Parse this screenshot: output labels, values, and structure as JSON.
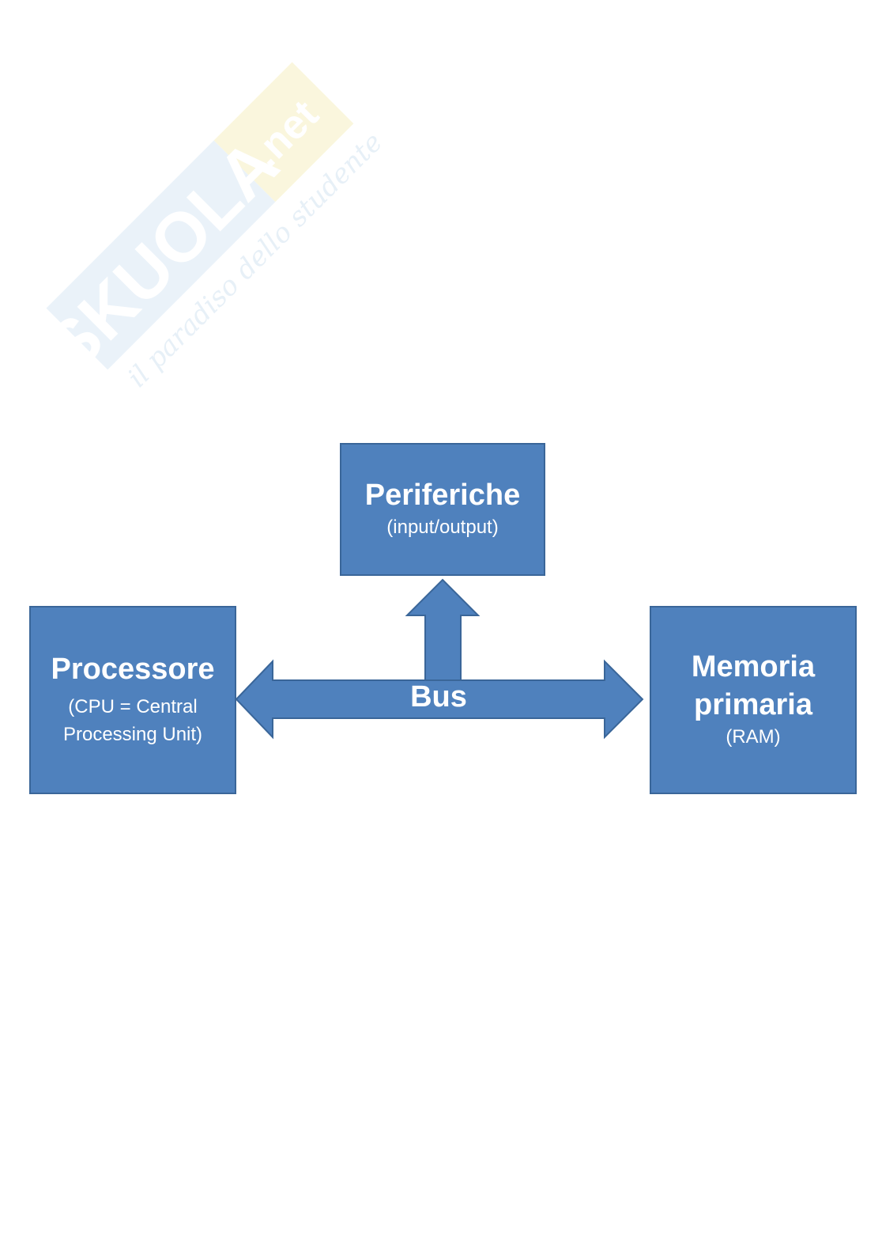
{
  "watermark": {
    "brand": "SKUOLA",
    "domain": ".net",
    "tagline": "il paradiso dello studente"
  },
  "diagram": {
    "fill_color": "#4f81bd",
    "border_color": "#3a6699",
    "text_color": "#ffffff",
    "periferiche": {
      "title": "Periferiche",
      "subtitle": "(input/output)"
    },
    "processore": {
      "title": "Processore",
      "subtitle_line1": "(CPU = Central",
      "subtitle_line2": "Processing Unit)"
    },
    "memoria": {
      "title_line1": "Memoria",
      "title_line2": "primaria",
      "subtitle": "(RAM)"
    },
    "bus": {
      "label": "Bus"
    }
  }
}
